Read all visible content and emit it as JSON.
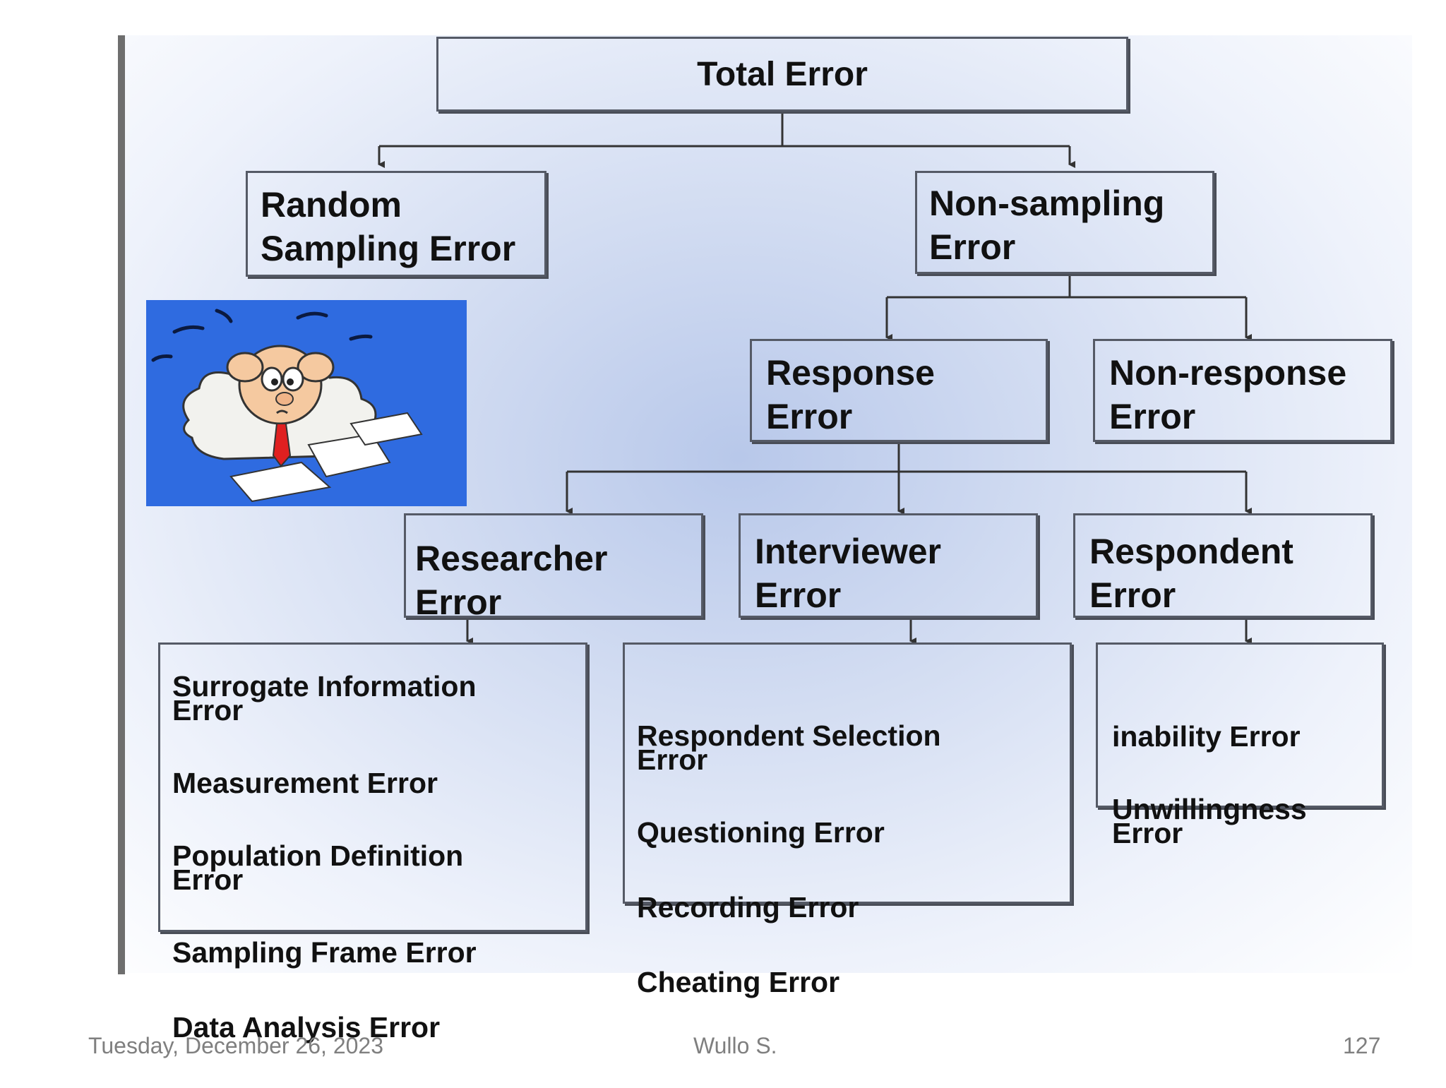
{
  "diagram": {
    "root": "Total Error",
    "random_sampling": "Random\nSampling Error",
    "non_sampling": "Non-sampling\nError",
    "response": "Response\nError",
    "non_response": "Non-response\nError",
    "researcher": "Researcher\nError",
    "interviewer": "Interviewer\nError",
    "respondent": "Respondent\nError",
    "researcher_items": [
      "Surrogate Information\nError",
      "Measurement Error",
      "Population  Definition\nError",
      "Sampling Frame Error",
      "Data Analysis Error"
    ],
    "interviewer_items": [
      "Respondent  Selection\nError",
      "Questioning Error",
      "Recording Error",
      "Cheating Error"
    ],
    "respondent_items": [
      "inability  Error",
      "Unwillingness\nError"
    ]
  },
  "clipart": {
    "icon": "stressed-person-clipart",
    "background": "#2f6be0"
  },
  "footer": {
    "date": "Tuesday, December 26, 2023",
    "author": "Wullo S.",
    "page": "127"
  }
}
